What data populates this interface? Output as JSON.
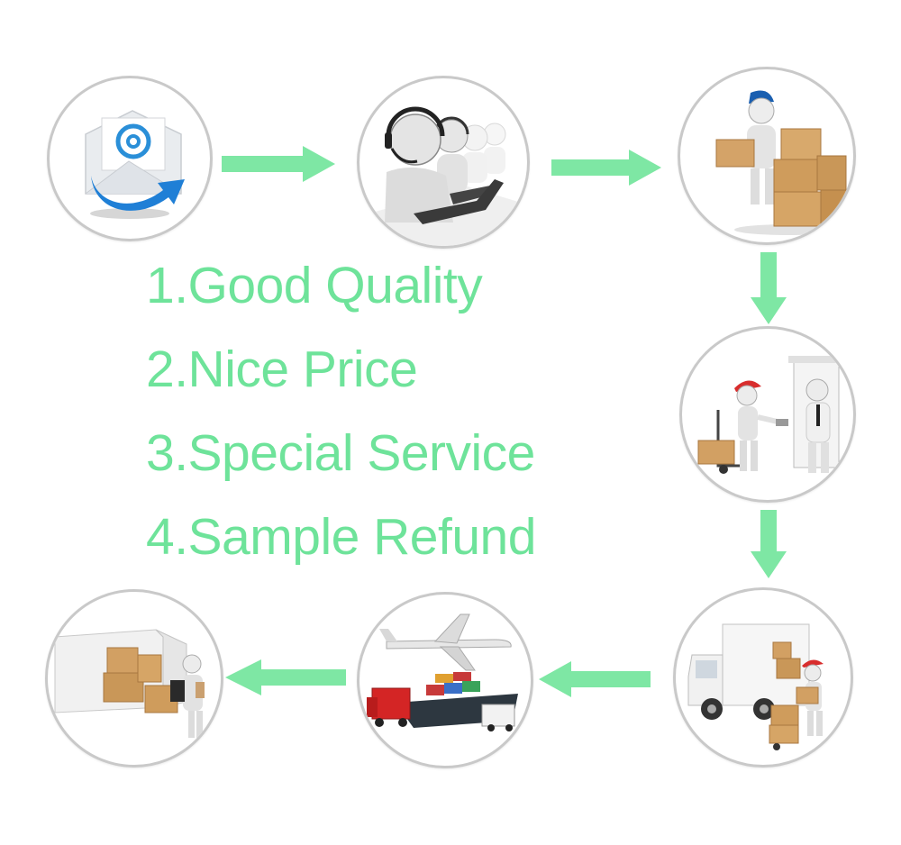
{
  "features": [
    "1.Good Quality",
    "2.Nice Price",
    "3.Special Service",
    "4.Sample Refund"
  ],
  "colors": {
    "accent": "#7ee7a4",
    "text": "#6ee39a",
    "circle_border": "#c9c9c9"
  },
  "steps": [
    {
      "icon": "email-icon"
    },
    {
      "icon": "customer-service-icon"
    },
    {
      "icon": "packing-icon"
    },
    {
      "icon": "delivery-handover-icon"
    },
    {
      "icon": "truck-loading-icon"
    },
    {
      "icon": "shipping-transport-icon"
    },
    {
      "icon": "receive-goods-icon"
    }
  ]
}
